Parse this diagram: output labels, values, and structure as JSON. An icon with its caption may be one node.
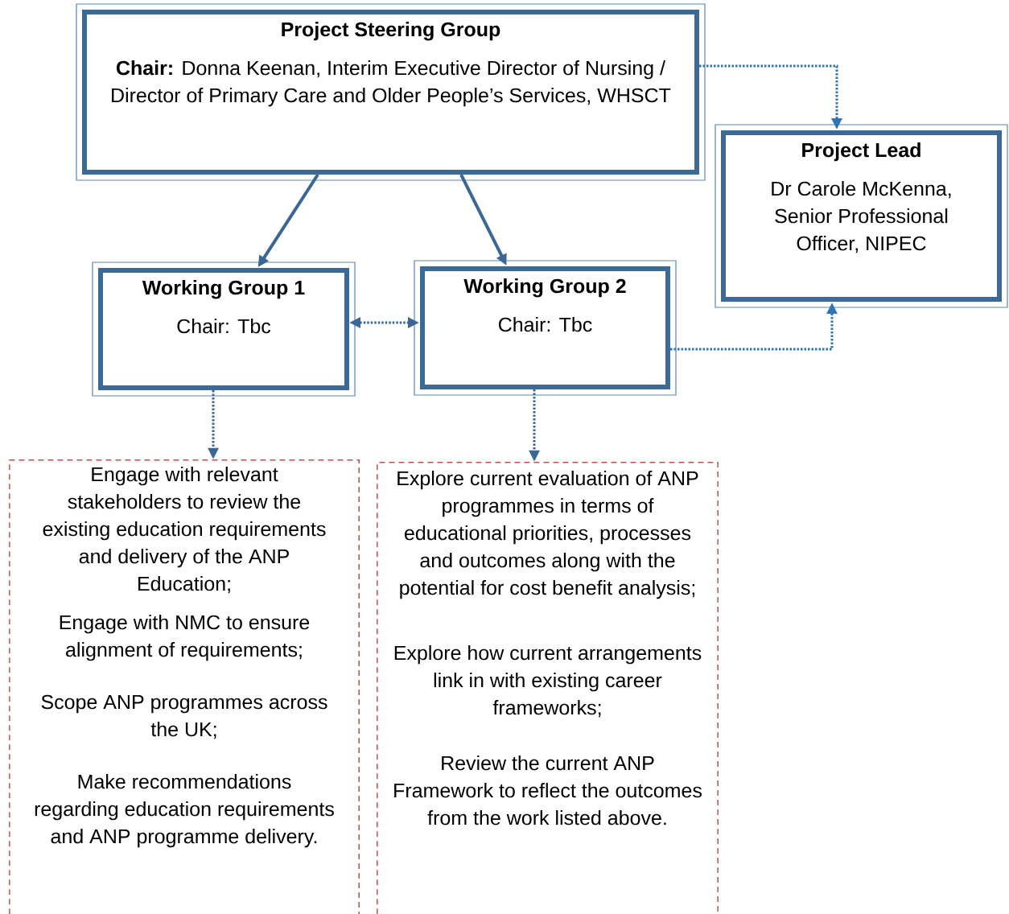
{
  "diagram": {
    "nodes": [
      {
        "text": [
          "Project Steering Group",
          "**Chair:** Donna Keenan, Interim Executive Director of Nursing / Director of Primary Care and Older People’s Services, WHSCT"
        ]
      },
      {
        "text": [
          "Project Lead",
          "Dr Carole McKenna, Senior Professional Officer, NIPEC"
        ]
      },
      {
        "text": [
          "Working Group 1",
          "Chair: Tbc"
        ]
      },
      {
        "text": [
          "Working Group 2",
          "Chair: Tbc"
        ]
      },
      {
        "text": [
          "Engage with relevant stakeholders to review the existing education requirements and delivery of the ANP Education;",
          "Engage with NMC to ensure alignment of requirements;",
          "Scope ANP programmes across the UK;",
          "Make recommendations regarding education requirements and ANP programme delivery."
        ]
      },
      {
        "text": [
          "Explore current evaluation of ANP programmes in terms of educational priorities, processes and outcomes along with the potential for cost benefit analysis;",
          "Explore how current arrangements link in with existing career frameworks;",
          "Review the current ANP Framework to reflect the outcomes from the work listed above."
        ]
      }
    ],
    "edges": [
      {
        "from": 0,
        "to": 2,
        "arrow": "to"
      },
      {
        "from": 0,
        "to": 3,
        "arrow": "to"
      },
      {
        "from": 0,
        "to": 1,
        "arrow": "to",
        "style": "dashed",
        "color": "#2e75b6"
      },
      {
        "from": 2,
        "to": 3,
        "arrow": "both",
        "style": "dashed"
      },
      {
        "from": 3,
        "to": 1,
        "arrow": "to",
        "style": "dashed",
        "color": "#2e75b6"
      },
      {
        "from": 2,
        "to": 4,
        "arrow": "to",
        "style": "dashed"
      },
      {
        "from": 3,
        "to": 5,
        "arrow": "to",
        "style": "dashed"
      }
    ]
  }
}
